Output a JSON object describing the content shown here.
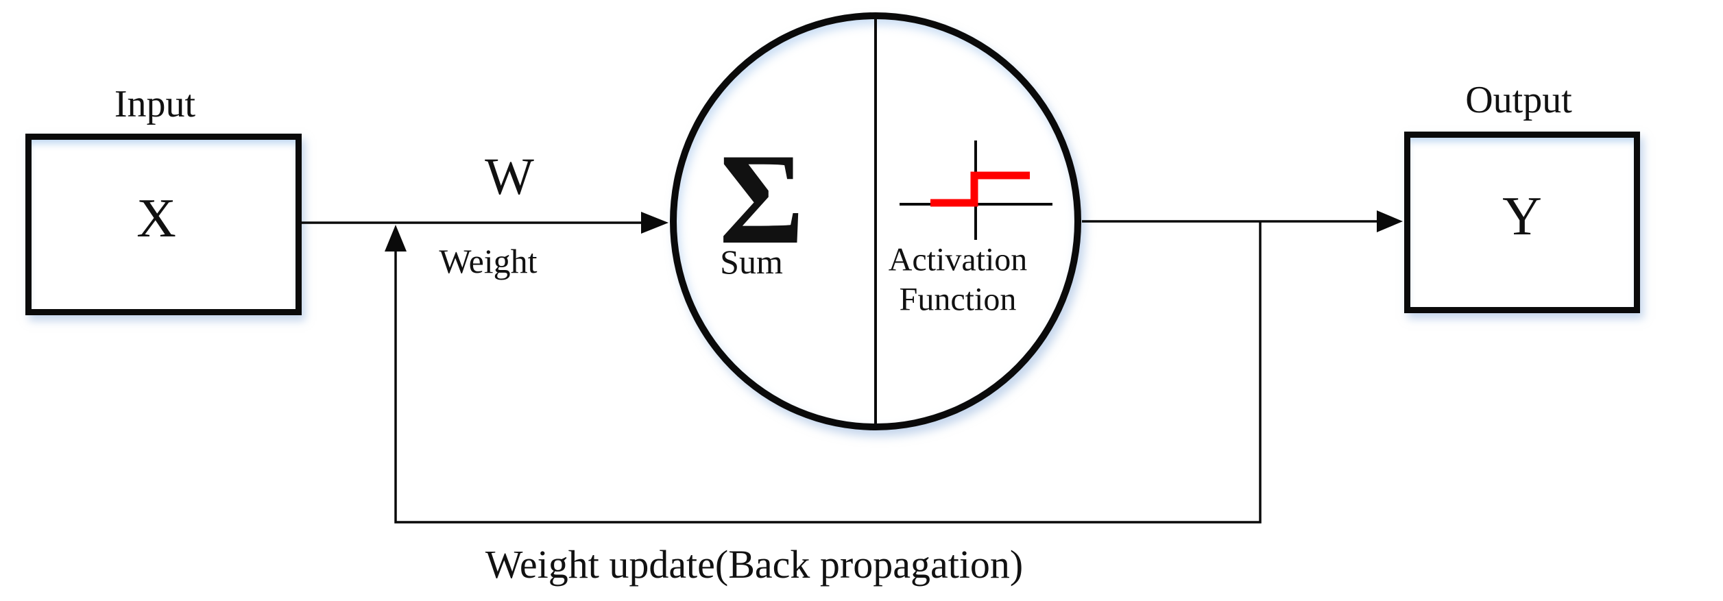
{
  "diagram": {
    "title_hint": "perceptron-flow",
    "colors": {
      "line": "#0a0a0a",
      "activation_step": "#ff0000",
      "glow": "#c8d9ef",
      "background": "#ffffff"
    },
    "input": {
      "label": "Input",
      "value": "X"
    },
    "weight": {
      "symbol": "W",
      "label": "Weight"
    },
    "neuron": {
      "sum_symbol": "Σ",
      "sum_label": "Sum",
      "activation_line1": "Activation",
      "activation_line2": "Function"
    },
    "output": {
      "label": "Output",
      "value": "Y"
    },
    "feedback": {
      "label": "Weight update(Back propagation)"
    }
  }
}
